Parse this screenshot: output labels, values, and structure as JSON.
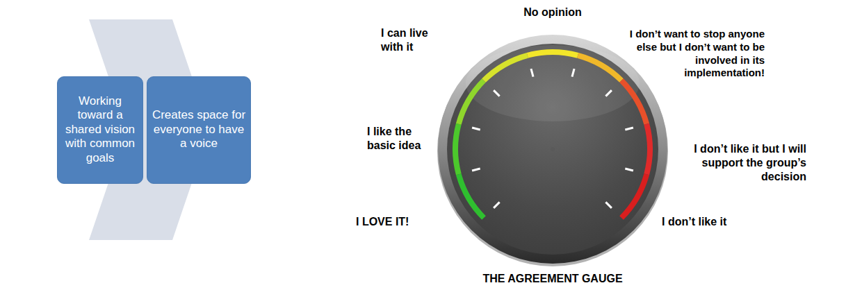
{
  "diagram": {
    "nodes": [
      {
        "text": [
          "Working toward a shared vision with common goals"
        ]
      },
      {
        "text": [
          "Creates space for everyone to have a voice"
        ]
      }
    ],
    "labels": [
      "No opinion",
      "I can live with it",
      "I don’t want to stop anyone else but I don’t want to be involved in its implementation!",
      "I like the basic idea",
      "I don’t like it but I will support the group’s decision",
      "I LOVE IT!",
      "I don’t like it",
      "THE AGREEMENT GAUGE"
    ]
  }
}
